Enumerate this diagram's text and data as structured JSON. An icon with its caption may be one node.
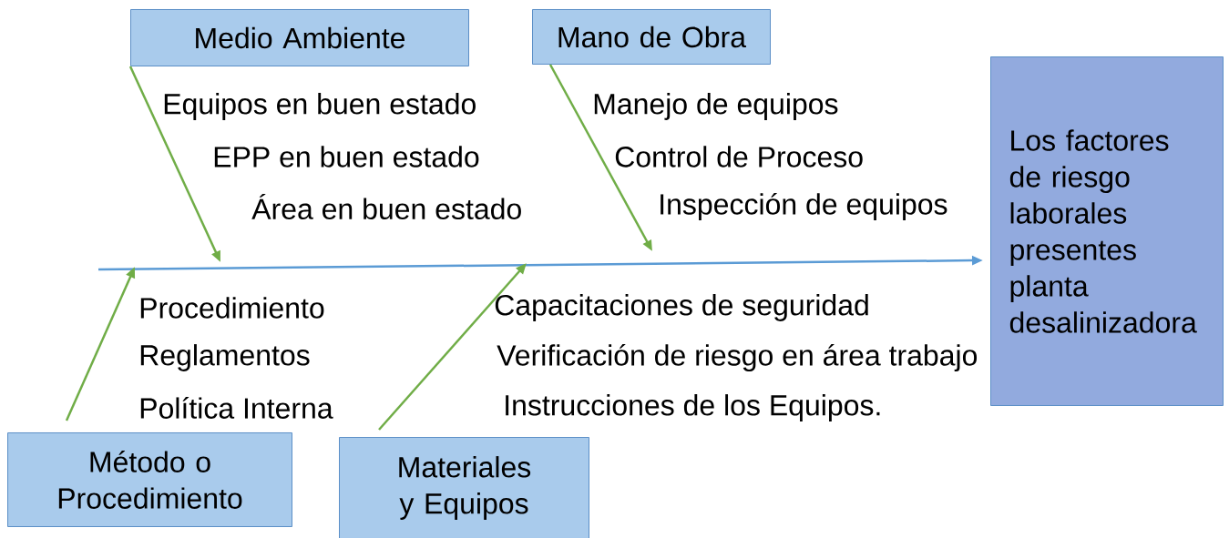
{
  "diagram": {
    "nodes": [
      {
        "text": [
          "Medio Ambiente"
        ]
      },
      {
        "text": [
          "Mano de Obra"
        ]
      },
      {
        "text": [
          "Los factores de riesgo laborales presentes planta desalinizadora"
        ]
      },
      {
        "text": [
          "Método o Procedimiento"
        ]
      },
      {
        "text": [
          "Materiales y Equipos"
        ]
      }
    ],
    "edges": [
      {
        "from": null,
        "to": 2,
        "arrow": "to",
        "color": "#5b9bd5"
      },
      {
        "from": 0,
        "to": null,
        "arrow": "to"
      },
      {
        "from": 1,
        "to": null,
        "arrow": "to"
      },
      {
        "from": 3,
        "to": null,
        "arrow": "to"
      },
      {
        "from": 4,
        "to": null,
        "arrow": "to"
      }
    ],
    "labels": [
      "Equipos en buen estado",
      "Manejo de equipos",
      "EPP en buen estado",
      "Control de Proceso",
      "Área en buen estado",
      "Inspección de equipos",
      "Procedimiento",
      "Capacitaciones de seguridad",
      "Reglamentos",
      "Verificación de riesgo en área trabajo",
      "Política Interna",
      "Instrucciones de los Equipos."
    ]
  }
}
